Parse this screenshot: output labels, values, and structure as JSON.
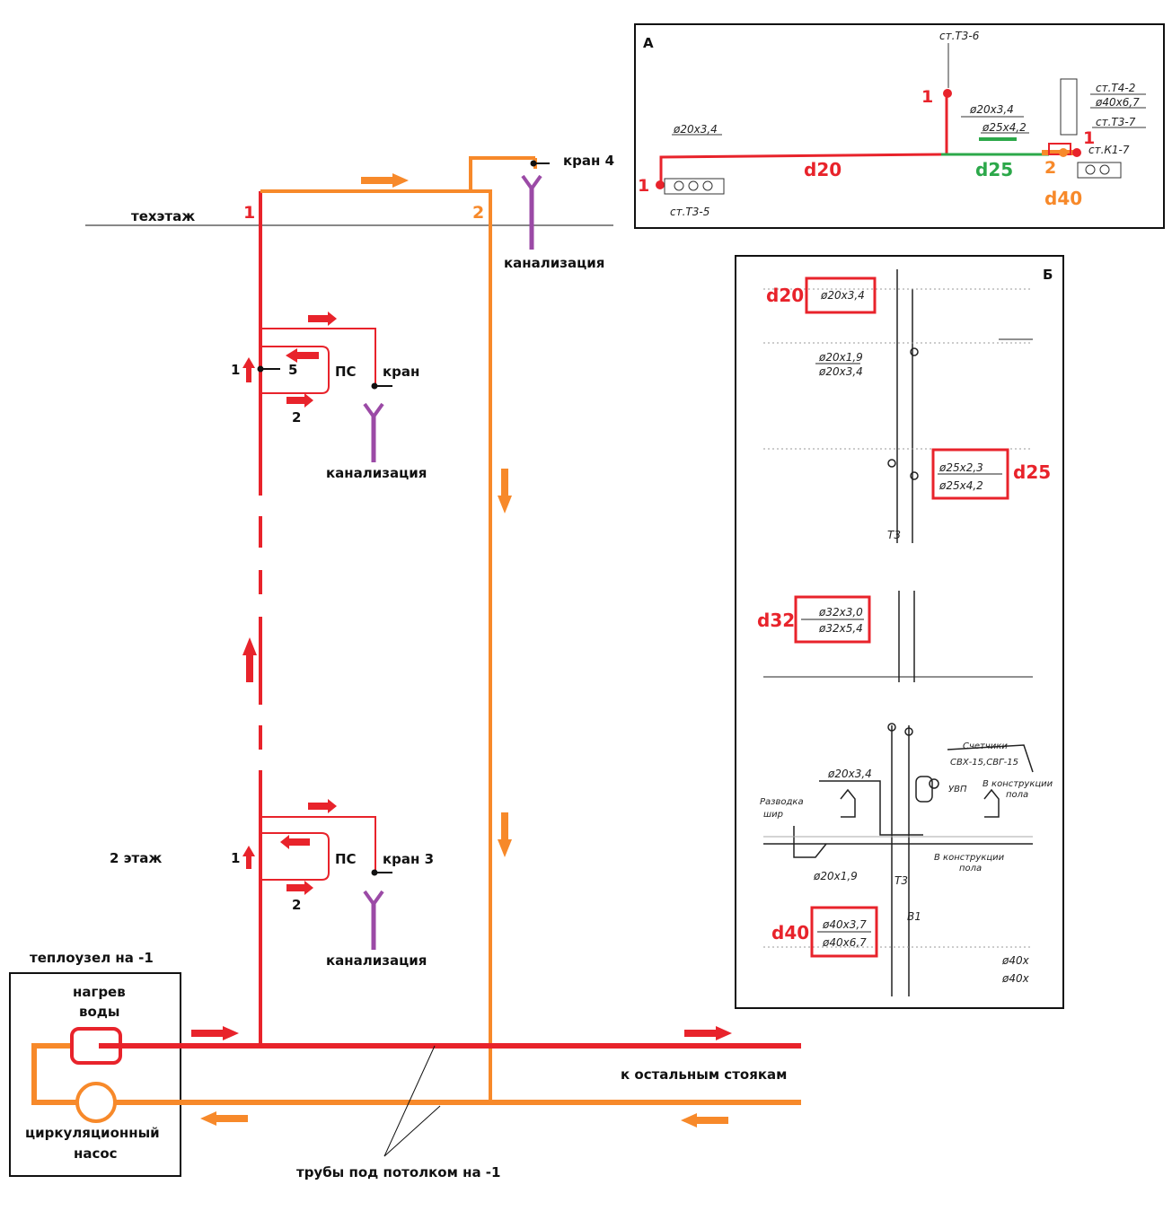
{
  "colors": {
    "supply": "#e8232b",
    "return": "#f7892a",
    "sewer": "#9b4aa6",
    "green": "#2ca84a",
    "black": "#111111"
  },
  "labels": {
    "tech_floor": "техэтаж",
    "tap4": "кран 4",
    "sewer_top": "канализация",
    "ps_upper": "ПС",
    "tap_upper": "кран",
    "sewer_upper": "канализация",
    "floor2": "2 этаж",
    "ps_lower": "ПС",
    "tap3": "кран 3",
    "sewer_lower": "канализация",
    "heat_node": "теплоузел на -1",
    "heating_line1": "нагрев",
    "heating_line2": "воды",
    "pump_line1": "циркуляционный",
    "pump_line2": "насос",
    "other_risers": "к остальным стоякам",
    "pipes_ceiling": "трубы под потолком на -1",
    "riser1_num": "1",
    "riser2_num": "2",
    "up_num1": "1",
    "up_num5": "5",
    "up_num2": "2",
    "low_num1": "1",
    "low_num2": "2"
  },
  "inset_a": {
    "title": "А",
    "d20": "d20",
    "d25": "d25",
    "d40": "d40",
    "n1_left": "1",
    "n1_top": "1",
    "n1_right": "1",
    "n2": "2",
    "h_st_t3_6": "ст.Т3-6",
    "h_20x34_left": "ø20х3,4",
    "h_20x34": "ø20х3,4",
    "h_25x42": "ø25х4,2",
    "h_st_t4_2": "ст.Т4-2",
    "h_40x67": "ø40х6,7",
    "h_st_t3_7": "ст.Т3-7",
    "h_st_k1_7": "ст.К1-7",
    "h_st_t3_5": "ст.Т3-5"
  },
  "inset_b": {
    "title": "Б",
    "d20": "d20",
    "d25": "d25",
    "d32": "d32",
    "d40": "d40",
    "h_20x34_box": "ø20х3,4",
    "h_20x19": "ø20х1,9",
    "h_20x34_b": "ø20х3,4",
    "h_25x23": "ø25х2,3",
    "h_25x42": "ø25х4,2",
    "h_32x30": "ø32х3,0",
    "h_32x54": "ø32х5,4",
    "h_20x34_c": "ø20х3,4",
    "h_20x19_c": "ø20х1,9",
    "h_40x37": "ø40х3,7",
    "h_40x67": "ø40х6,7",
    "h_t3": "Т3",
    "h_t3b": "Т3",
    "h_b1": "В1",
    "h_counters": "Счетчики",
    "h_svk": "СВХ-15,СВГ-15",
    "h_uvp": "УВП",
    "h_konstr1": "В конструкции",
    "h_pola1": "пола",
    "h_konstr2": "В конструкции",
    "h_pola2": "пола",
    "h_razv": "Разводка",
    "h_shir": "шир",
    "h_40x_r": "ø40х",
    "h_40x_r2": "ø40х"
  }
}
